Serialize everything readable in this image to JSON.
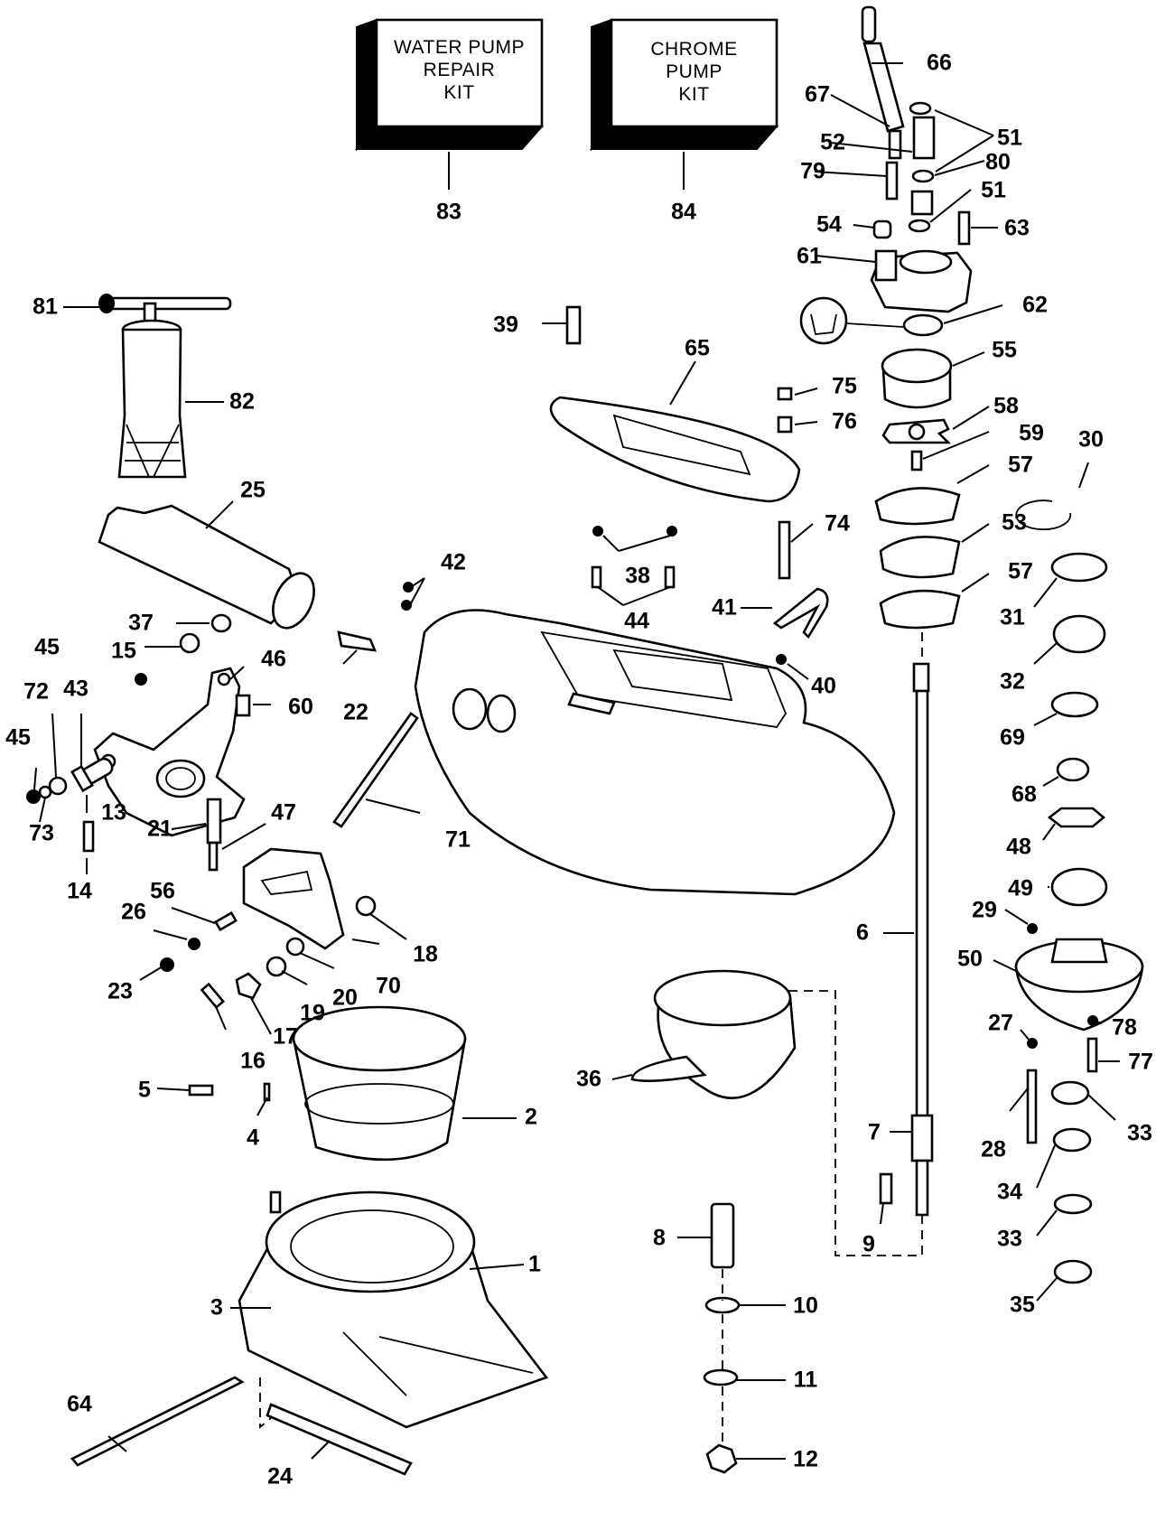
{
  "kits": {
    "water_pump_repair": "WATER PUMP\nREPAIR\nKIT",
    "chrome_pump": "CHROME\nPUMP\nKIT"
  },
  "callouts": {
    "c1": "1",
    "c2": "2",
    "c3": "3",
    "c4": "4",
    "c5": "5",
    "c6": "6",
    "c7": "7",
    "c8": "8",
    "c9": "9",
    "c10": "10",
    "c11": "11",
    "c12": "12",
    "c13": "13",
    "c14": "14",
    "c15": "15",
    "c16": "16",
    "c17": "17",
    "c18": "18",
    "c19": "19",
    "c20": "20",
    "c21": "21",
    "c22": "22",
    "c23": "23",
    "c24": "24",
    "c25": "25",
    "c26": "26",
    "c27": "27",
    "c28": "28",
    "c29": "29",
    "c30": "30",
    "c31": "31",
    "c32": "32",
    "c33a": "33",
    "c33b": "33",
    "c34": "34",
    "c35": "35",
    "c36": "36",
    "c37": "37",
    "c38": "38",
    "c39": "39",
    "c40": "40",
    "c41": "41",
    "c42": "42",
    "c43": "43",
    "c44": "44",
    "c45a": "45",
    "c45b": "45",
    "c46": "46",
    "c47": "47",
    "c48": "48",
    "c49": "49",
    "c50": "50",
    "c51a": "51",
    "c51b": "51",
    "c52": "52",
    "c53": "53",
    "c54": "54",
    "c55": "55",
    "c56": "56",
    "c57a": "57",
    "c57b": "57",
    "c58": "58",
    "c59": "59",
    "c60": "60",
    "c61": "61",
    "c62": "62",
    "c63": "63",
    "c64": "64",
    "c65": "65",
    "c66": "66",
    "c67": "67",
    "c68": "68",
    "c69": "69",
    "c70": "70",
    "c71": "71",
    "c72": "72",
    "c73": "73",
    "c74": "74",
    "c75": "75",
    "c76": "76",
    "c77": "77",
    "c78": "78",
    "c79": "79",
    "c80": "80",
    "c81": "81",
    "c82": "82",
    "c83": "83",
    "c84": "84"
  }
}
